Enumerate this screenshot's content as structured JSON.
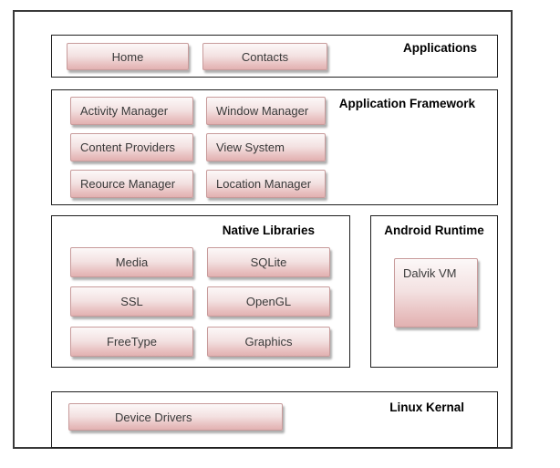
{
  "sections": [
    {
      "id": "applications",
      "title": "Applications",
      "buttons": [
        "Home",
        "Contacts"
      ]
    },
    {
      "id": "application-framework",
      "title": "Application Framework",
      "buttons": [
        "Activity Manager",
        "Window Manager",
        "Content Providers",
        "View System",
        "Reource Manager",
        "Location Manager"
      ]
    },
    {
      "id": "native-libraries",
      "title": "Native Libraries",
      "buttons": [
        "Media",
        "SQLite",
        "SSL",
        "OpenGL",
        "FreeType",
        "Graphics"
      ]
    },
    {
      "id": "android-runtime",
      "title": "Android Runtime",
      "buttons": [
        "Dalvik VM"
      ]
    },
    {
      "id": "linux-kernel",
      "title": "Linux Kernal",
      "buttons": [
        "Device Drivers"
      ]
    }
  ],
  "colors": {
    "outer_border": "#3a3a3a",
    "box_border": "#1f1f1f",
    "button_border": "#c89b9b",
    "button_gradient_top": "#fcf8f8",
    "button_gradient_bottom": "#e2b1b1",
    "button_text": "#3a3a3a",
    "title_text": "#000000",
    "background": "#ffffff"
  }
}
